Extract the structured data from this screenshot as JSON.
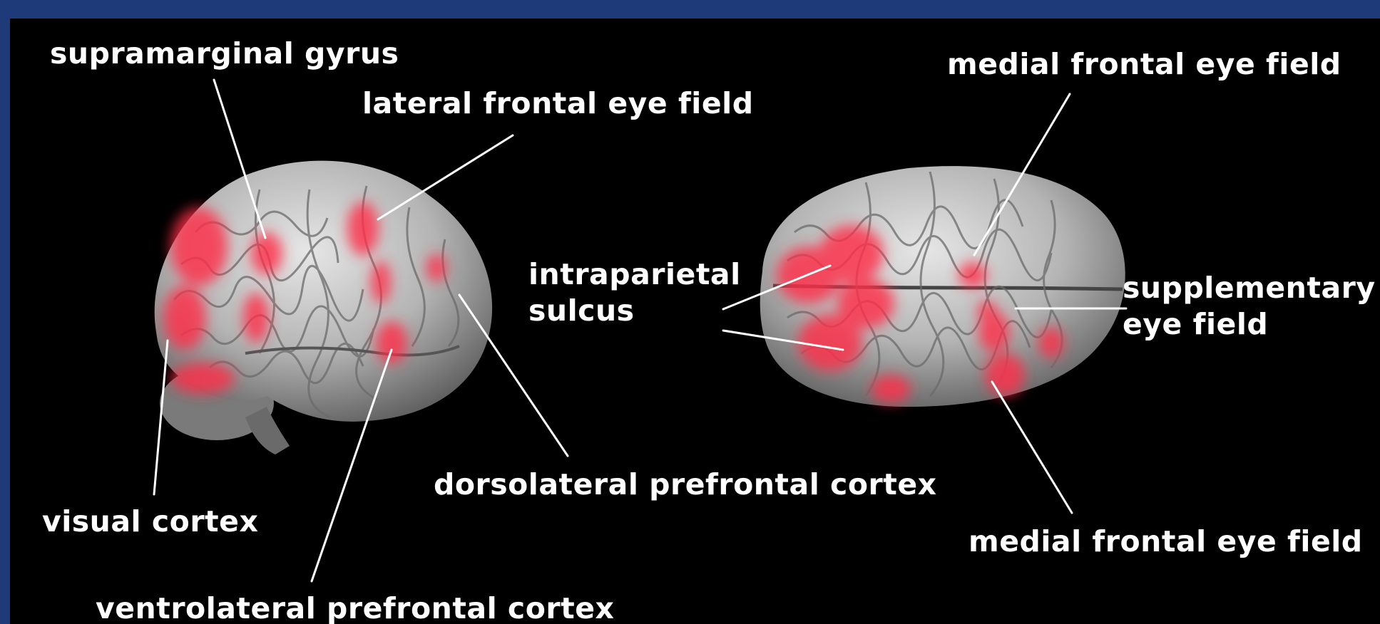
{
  "labels": {
    "supramarginal_gyrus": "supramarginal gyrus",
    "lateral_frontal_eye_field": "lateral frontal eye field",
    "medial_frontal_eye_field_top": "medial frontal eye field",
    "intraparietal_sulcus_line1": "intraparietal",
    "intraparietal_sulcus_line2": "sulcus",
    "supplementary_eye_field_line1": "supplementary",
    "supplementary_eye_field_line2": "eye field",
    "dorsolateral_prefrontal_cortex": "dorsolateral prefrontal cortex",
    "visual_cortex": "visual cortex",
    "medial_frontal_eye_field_bottom": "medial frontal eye field",
    "ventrolateral_prefrontal_cortex": "ventrolateral prefrontal cortex"
  },
  "colors": {
    "background": "#000000",
    "frame": "#1e3a78",
    "label_text": "#ffffff",
    "leader_line": "#ffffff",
    "brain_surface": "#b9b9b9",
    "activation": "#ff2e4a"
  },
  "icons": {
    "left_brain": "lateral-brain-view-illustration",
    "right_brain": "dorsal-brain-view-illustration"
  }
}
